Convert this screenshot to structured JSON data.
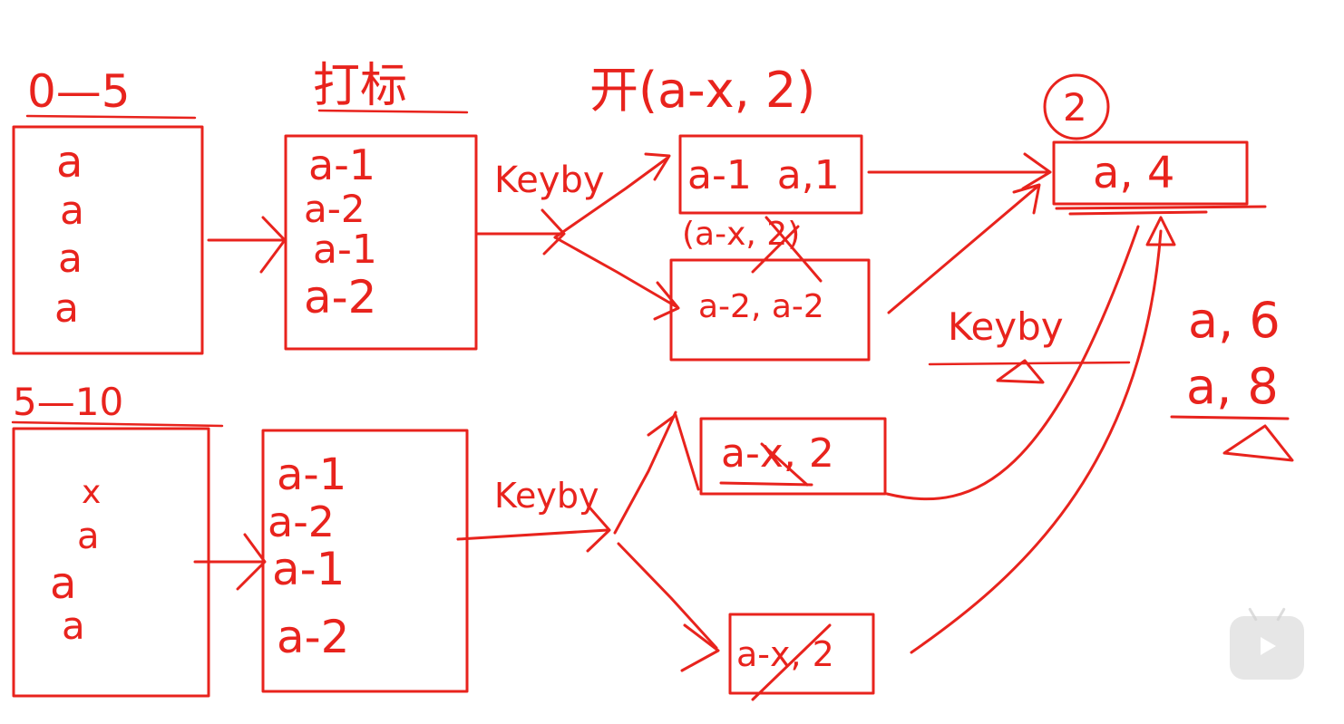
{
  "labels": {
    "range1": "0—5",
    "range2": "5—10",
    "map_title": "打标",
    "window_label": "开(a-x, 2)",
    "circle_num": "2",
    "keyby1": "Keyby",
    "keyby2": "Keyby",
    "keyby3": "Keyby"
  },
  "src_box_1": [
    "a",
    "a",
    "a",
    "a"
  ],
  "src_box_2": [
    "x",
    "a",
    "a",
    "a"
  ],
  "map_box_1": [
    "a-1",
    "a-2",
    "a-1",
    "a-2"
  ],
  "map_box_2": [
    "a-1",
    "a-2",
    "a-1",
    "a-2"
  ],
  "partitions": {
    "p1": "a-1  a,1",
    "p1_note": "(a-x, 2)",
    "p2": "a-2, a-2",
    "p3": "a-x, 2",
    "p4": "a-x, 2"
  },
  "result": {
    "main": "a, 4",
    "alt1": "a, 6",
    "alt2": "a, 8"
  }
}
